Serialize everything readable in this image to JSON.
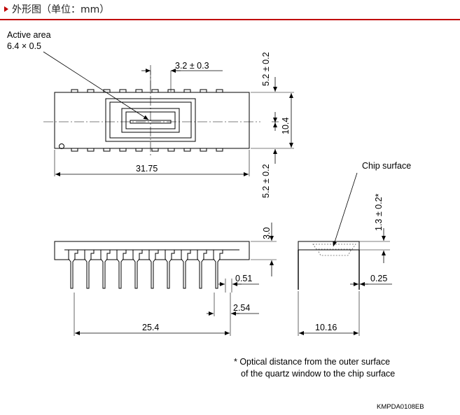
{
  "header": {
    "title": "外形图（单位：mm）"
  },
  "labels": {
    "active_area_title": "Active area",
    "active_area_dim": "6.4 × 0.5",
    "offset": "3.2 ± 0.3",
    "top_clearance": "5.2 ± 0.2",
    "body_width": "10.4",
    "bottom_clearance": "5.2 ± 0.2",
    "body_length": "31.75",
    "chip_surface": "Chip surface",
    "optical_distance": "1.3 ± 0.2*",
    "body_height": "3.0",
    "lead_width": "0.51",
    "pitch": "2.54",
    "lead_span": "25.4",
    "lead_thickness": "0.25",
    "row_spacing": "10.16",
    "footnote_line1": "* Optical distance from the outer surface",
    "footnote_line2": "of the quartz window to the chip surface",
    "drawing_code": "KMPDA0108EB"
  },
  "colors": {
    "accent": "#c00000",
    "line": "#000000",
    "chip": "#666666"
  },
  "pin_count_per_side": 10
}
